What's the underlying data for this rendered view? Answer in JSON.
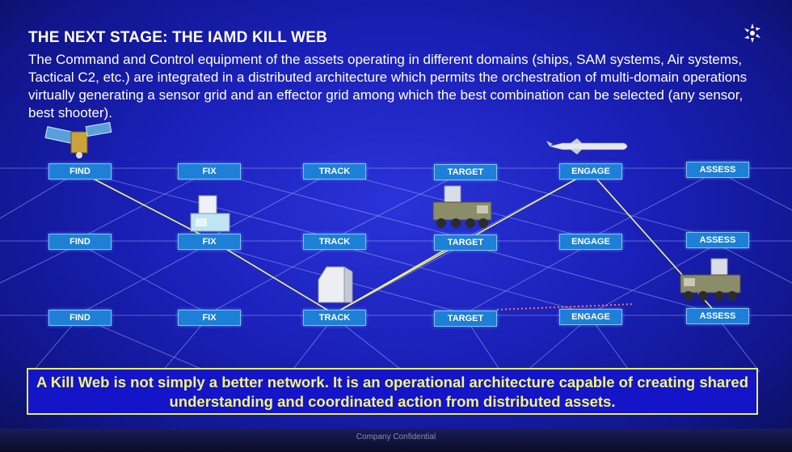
{
  "slide": {
    "title": "THE NEXT STAGE: THE IAMD KILL WEB",
    "description": "The Command and Control equipment of the assets operating in different domains (ships, SAM systems, Air systems, Tactical C2, etc.) are integrated in a distributed architecture which permits the orchestration of multi-domain operations virtually generating a sensor grid and an effector grid among which the best combination can be selected (any sensor, best shooter).",
    "callout": "A Kill Web is not simply a better network. It is an operational architecture capable of creating shared understanding and coordinated action from distributed assets.",
    "footer": "Company Confidential"
  },
  "rows": [
    {
      "nodes": [
        "FIND",
        "FIX",
        "TRACK",
        "TARGET",
        "ENGAGE",
        "ASSESS"
      ]
    },
    {
      "nodes": [
        "FIND",
        "FIX",
        "TRACK",
        "TARGET",
        "ENGAGE",
        "ASSESS"
      ]
    },
    {
      "nodes": [
        "FIND",
        "FIX",
        "TRACK",
        "TARGET",
        "ENGAGE",
        "ASSESS"
      ]
    }
  ],
  "colors": {
    "node_fill": "#1e7fd6",
    "highlight_link": "#f2f57a",
    "callout_text": "#f2f57a",
    "background": "#1a20b8"
  },
  "icons": [
    "company-logo-icon",
    "satellite-icon",
    "cruise-missile-icon",
    "radar-truck-icon",
    "radar-shelter-icon"
  ]
}
